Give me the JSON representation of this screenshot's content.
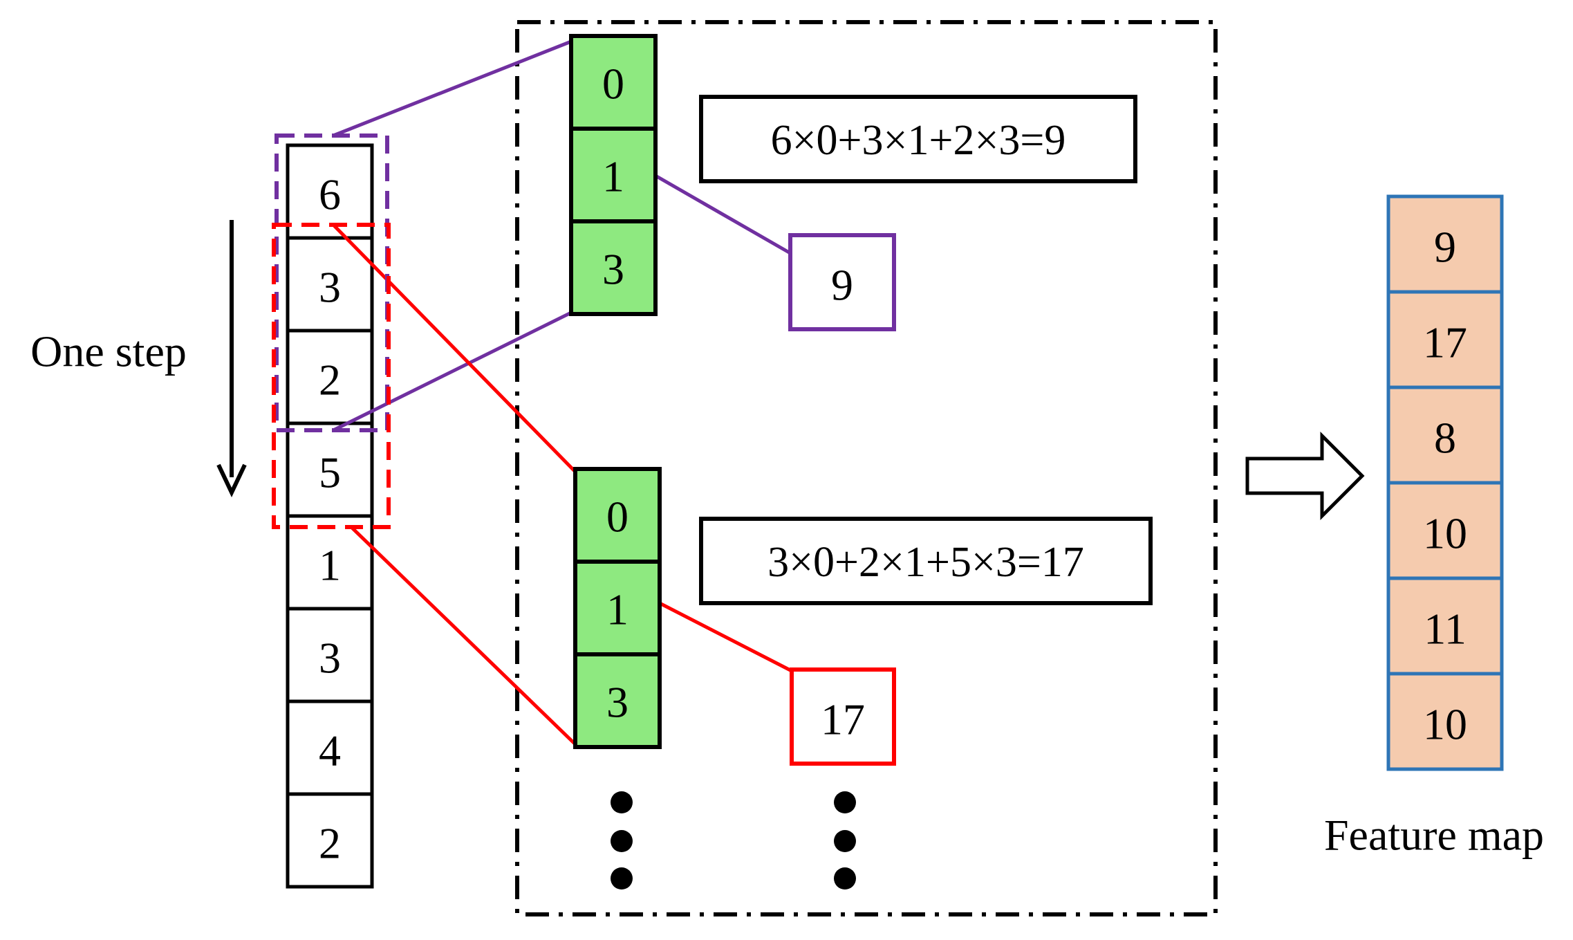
{
  "colors": {
    "purple": "#7030a0",
    "red": "#ff0000",
    "green": "#8ee980",
    "peach": "#f5cbae",
    "blue": "#2e75b6",
    "black": "#000000"
  },
  "input_sequence": [
    "6",
    "3",
    "2",
    "5",
    "1",
    "3",
    "4",
    "2"
  ],
  "step_label": "One step",
  "kernels": [
    {
      "values": [
        "0",
        "1",
        "3"
      ],
      "formula": "6×0+3×1+2×3=9",
      "result": "9",
      "color_name": "purple"
    },
    {
      "values": [
        "0",
        "1",
        "3"
      ],
      "formula": "3×0+2×1+5×3=17",
      "result": "17",
      "color_name": "red"
    }
  ],
  "feature_map": {
    "values": [
      "9",
      "17",
      "8",
      "10",
      "11",
      "10"
    ],
    "label": "Feature map"
  },
  "icons": {
    "down_arrow": "down-arrow-icon",
    "right_arrow": "hollow-right-arrow-icon",
    "ellipsis": "vertical-ellipsis-icon"
  }
}
